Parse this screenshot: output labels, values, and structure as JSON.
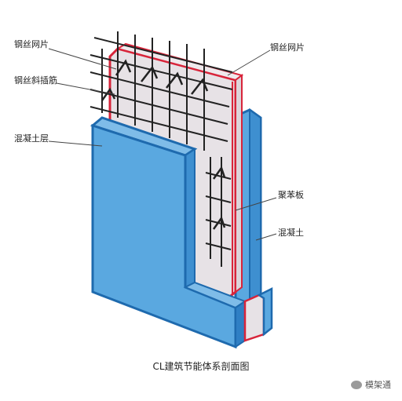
{
  "labels": {
    "left_mesh": "钢丝网片",
    "diagonal_rebar": "钢丝斜插筋",
    "concrete_layer": "混凝土层",
    "right_mesh": "钢丝网片",
    "polystyrene": "聚苯板",
    "concrete": "混凝土"
  },
  "caption": "CL建筑节能体系剖面图",
  "watermark": "模架通",
  "colors": {
    "concrete": "#5aa8e0",
    "concrete_dark": "#2f7fc4",
    "concrete_edge": "#1e6aae",
    "insulation": "#e7e2e6",
    "insulation_edge": "#d8243a",
    "steel": "#222222"
  }
}
